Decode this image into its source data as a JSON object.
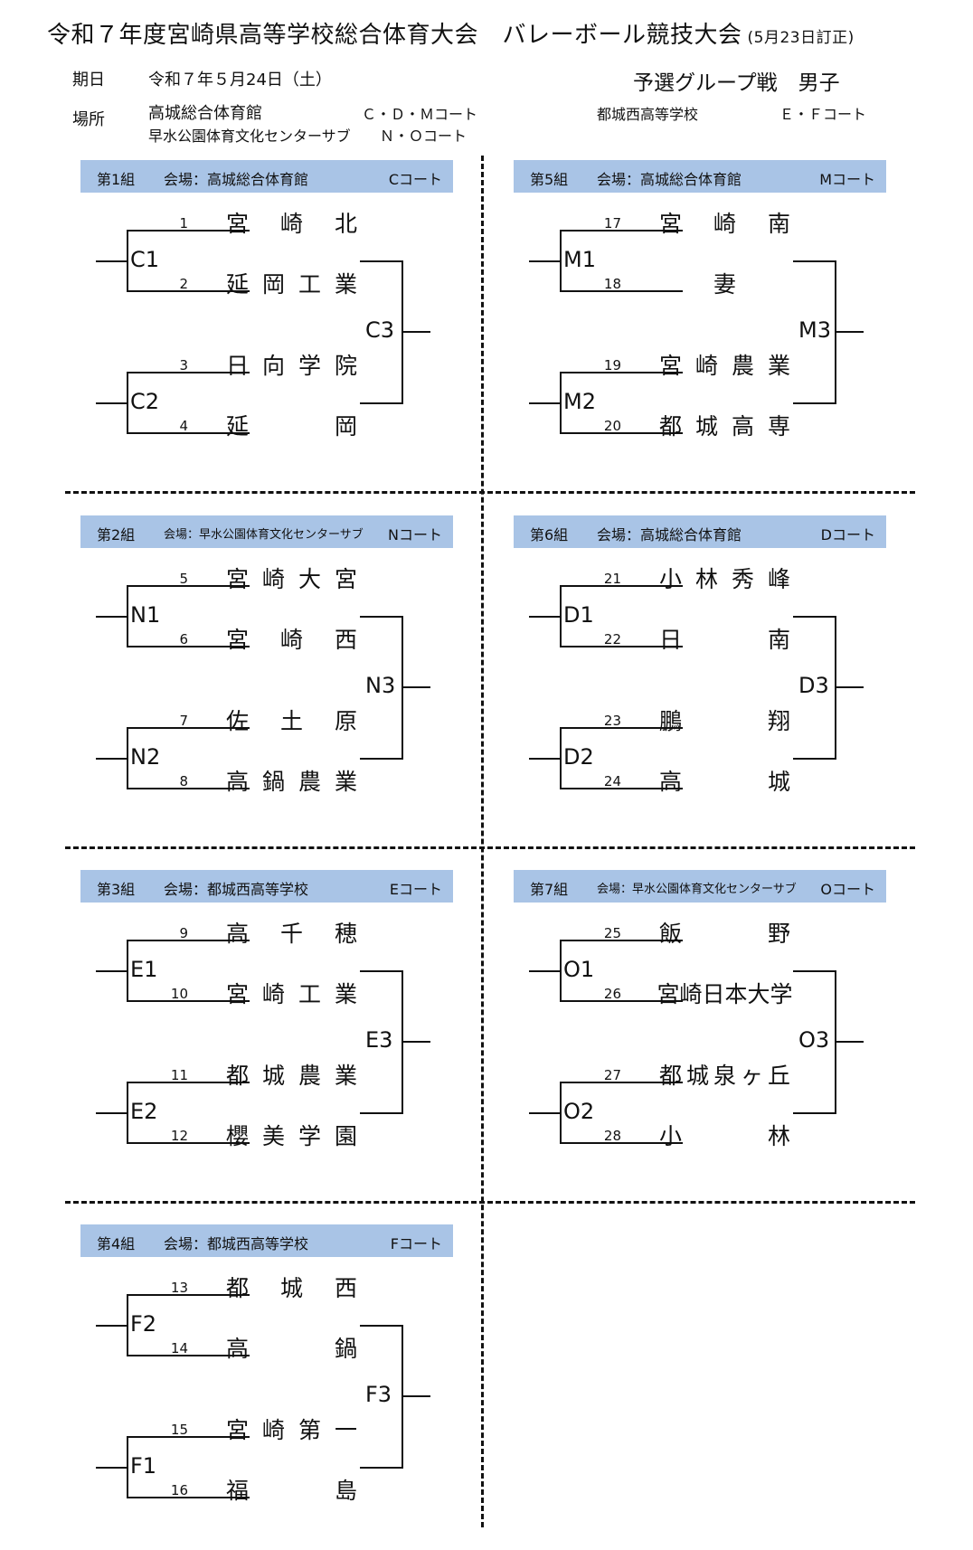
{
  "title": "令和７年度宮崎県高等学校総合体育大会　バレーボール競技大会",
  "title_note": "(5月23日訂正)",
  "info": {
    "date_label": "期日",
    "date_value": "令和７年５月24日（土）",
    "venue_label": "場所",
    "venue1": "高城総合体育館",
    "venue1_courts": "Ｃ・Ｄ・Ｍコート",
    "venue2": "早水公園体育文化センターサブ",
    "venue2_courts": "Ｎ・Ｏコート",
    "right_title": "予選グループ戦　男子",
    "venue3": "都城西高等学校",
    "venue3_courts": "Ｅ・Ｆコート"
  },
  "groups": [
    {
      "label": "第1組",
      "venue": "会場：高城総合体育館",
      "court": "Cコート",
      "m1": "C1",
      "m2": "C2",
      "m3": "C3",
      "seeds": [
        "1",
        "2",
        "3",
        "4"
      ],
      "teams": [
        [
          "宮",
          "崎",
          "北"
        ],
        [
          "延",
          "岡",
          "工",
          "業"
        ],
        [
          "日",
          "向",
          "学",
          "院"
        ],
        [
          "延",
          "岡"
        ]
      ]
    },
    {
      "label": "第2組",
      "venue": "会場：早水公園体育文化センターサブ",
      "court": "Nコート",
      "m1": "N1",
      "m2": "N2",
      "m3": "N3",
      "seeds": [
        "5",
        "6",
        "7",
        "8"
      ],
      "teams": [
        [
          "宮",
          "崎",
          "大",
          "宮"
        ],
        [
          "宮",
          "崎",
          "西"
        ],
        [
          "佐",
          "土",
          "原"
        ],
        [
          "高",
          "鍋",
          "農",
          "業"
        ]
      ]
    },
    {
      "label": "第3組",
      "venue": "会場：都城西高等学校",
      "court": "Eコート",
      "m1": "E1",
      "m2": "E2",
      "m3": "E3",
      "seeds": [
        "9",
        "10",
        "11",
        "12"
      ],
      "teams": [
        [
          "高",
          "千",
          "穂"
        ],
        [
          "宮",
          "崎",
          "工",
          "業"
        ],
        [
          "都",
          "城",
          "農",
          "業"
        ],
        [
          "櫻",
          "美",
          "学",
          "園"
        ]
      ]
    },
    {
      "label": "第4組",
      "venue": "会場：都城西高等学校",
      "court": "Fコート",
      "m1": "F2",
      "m2": "F1",
      "m3": "F3",
      "seeds": [
        "13",
        "14",
        "15",
        "16"
      ],
      "teams": [
        [
          "都",
          "城",
          "西"
        ],
        [
          "高",
          "鍋"
        ],
        [
          "宮",
          "崎",
          "第",
          "一"
        ],
        [
          "福",
          "島"
        ]
      ]
    },
    {
      "label": "第5組",
      "venue": "会場：高城総合体育館",
      "court": "Mコート",
      "m1": "M1",
      "m2": "M2",
      "m3": "M3",
      "seeds": [
        "17",
        "18",
        "19",
        "20"
      ],
      "teams": [
        [
          "宮",
          "崎",
          "南"
        ],
        [
          "妻"
        ],
        [
          "宮",
          "崎",
          "農",
          "業"
        ],
        [
          "都",
          "城",
          "高",
          "専"
        ]
      ]
    },
    {
      "label": "第6組",
      "venue": "会場：高城総合体育館",
      "court": "Dコート",
      "m1": "D1",
      "m2": "D2",
      "m3": "D3",
      "seeds": [
        "21",
        "22",
        "23",
        "24"
      ],
      "teams": [
        [
          "小",
          "林",
          "秀",
          "峰"
        ],
        [
          "日",
          "南"
        ],
        [
          "鵬",
          "翔"
        ],
        [
          "高",
          "城"
        ]
      ]
    },
    {
      "label": "第7組",
      "venue": "会場：早水公園体育文化センターサブ",
      "court": "Oコート",
      "m1": "O1",
      "m2": "O2",
      "m3": "O3",
      "seeds": [
        "25",
        "26",
        "27",
        "28"
      ],
      "teams": [
        [
          "飯",
          "野"
        ],
        [
          "宮崎日本大学"
        ],
        [
          "都",
          "城",
          "泉",
          "ヶ",
          "丘"
        ],
        [
          "小",
          "林"
        ]
      ]
    }
  ]
}
